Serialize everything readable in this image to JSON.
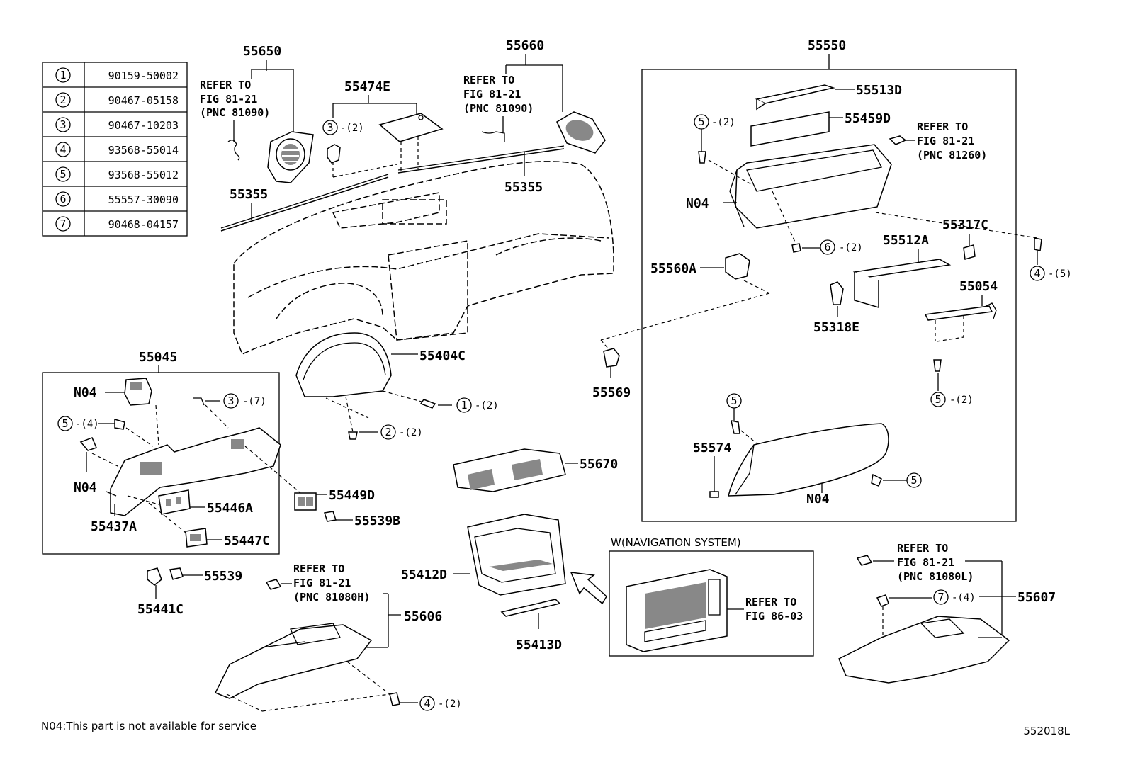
{
  "fastener_table": [
    {
      "key": "1",
      "part_no": "90159-50002"
    },
    {
      "key": "2",
      "part_no": "90467-05158"
    },
    {
      "key": "3",
      "part_no": "90467-10203"
    },
    {
      "key": "4",
      "part_no": "93568-55014"
    },
    {
      "key": "5",
      "part_no": "93568-55012"
    },
    {
      "key": "6",
      "part_no": "55557-30090"
    },
    {
      "key": "7",
      "part_no": "90468-04157"
    }
  ],
  "labels": {
    "p55650": "55650",
    "p55474E": "55474E",
    "p55660": "55660",
    "p55550": "55550",
    "p55355a": "55355",
    "p55355b": "55355",
    "p55513D": "55513D",
    "p55459D": "55459D",
    "n04_glove_box": "N04",
    "p55512A": "55512A",
    "p55317C": "55317C",
    "p55560A": "55560A",
    "p55054": "55054",
    "p55318E": "55318E",
    "p55569": "55569",
    "p55574": "55574",
    "n04_glove_door": "N04",
    "p55045": "55045",
    "n04_switch": "N04",
    "n04_panel": "N04",
    "p55404C": "55404C",
    "p55670": "55670",
    "p55449D": "55449D",
    "p55446A": "55446A",
    "p55437A": "55437A",
    "p55539B": "55539B",
    "p55447C": "55447C",
    "p55539": "55539",
    "p55441C": "55441C",
    "p55412D": "55412D",
    "p55606": "55606",
    "p55413D": "55413D",
    "p55607": "55607"
  },
  "refer_notes": {
    "ref_55650": [
      "REFER TO",
      "FIG 81-21",
      "(PNC 81090)"
    ],
    "ref_55660": [
      "REFER TO",
      "FIG 81-21",
      "(PNC 81090)"
    ],
    "ref_55550": [
      "REFER TO",
      "FIG 81-21",
      "(PNC 81260)"
    ],
    "ref_55606": [
      "REFER TO",
      "FIG 81-21",
      "(PNC 81080H)"
    ],
    "ref_55607": [
      "REFER TO",
      "FIG 81-21",
      "(PNC 81080L)"
    ],
    "ref_nav": [
      "REFER TO",
      "FIG 86-03"
    ]
  },
  "callouts": {
    "c3_55474E": {
      "key": "3",
      "qty": "-(2)"
    },
    "c5_glovebox": {
      "key": "5",
      "qty": "-(2)"
    },
    "c6": {
      "key": "6",
      "qty": "-(2)"
    },
    "c4_right": {
      "key": "4",
      "qty": "-(5)"
    },
    "c5_55054": {
      "key": "5",
      "qty": "-(2)"
    },
    "c5_door_top": {
      "key": "5",
      "qty": ""
    },
    "c5_door_right": {
      "key": "5",
      "qty": ""
    },
    "c3_panel": {
      "key": "3",
      "qty": "-(7)"
    },
    "c5_panel": {
      "key": "5",
      "qty": "-(4)"
    },
    "c1": {
      "key": "1",
      "qty": "-(2)"
    },
    "c2": {
      "key": "2",
      "qty": "-(2)"
    },
    "c7": {
      "key": "7",
      "qty": "-(4)"
    },
    "c4_bottom": {
      "key": "4",
      "qty": "-(2)"
    }
  },
  "nav_box_title": "W(NAVIGATION SYSTEM)",
  "footer_note": "N04:This part is not available for service",
  "figure_id": "552018L"
}
